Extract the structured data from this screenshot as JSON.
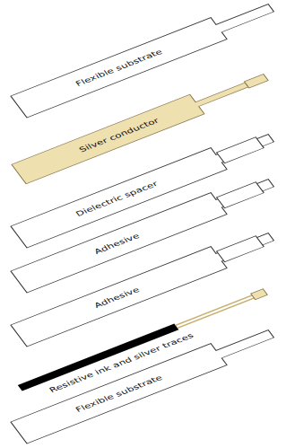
{
  "diagram": {
    "nodes": [
      {
        "text": [
          "Flexible substrate"
        ]
      },
      {
        "text": [
          "Silver conductor"
        ]
      },
      {
        "text": [
          "Dielectric spacer"
        ]
      },
      {
        "text": [
          "Adhesive"
        ]
      },
      {
        "text": [
          "Adhesive"
        ]
      },
      {
        "text": [
          "Resistive ink and silver traces"
        ]
      },
      {
        "text": [
          "Flexible substrate"
        ]
      }
    ]
  }
}
